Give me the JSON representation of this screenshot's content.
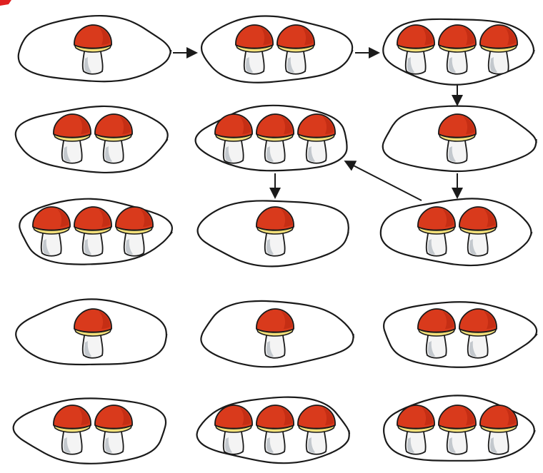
{
  "colors": {
    "cap": "#d93a1c",
    "cap_shade": "#b8260f",
    "gills": "#f3e07a",
    "stem": "#f4f4f4",
    "stem_shade": "#9aa4ad",
    "outline": "#1a1a1a",
    "background": "#ffffff",
    "corner_mark": "#e02020"
  },
  "icon": "mushroom-icon",
  "grid": {
    "rows": 5,
    "columns": 3,
    "cells": [
      {
        "row": 1,
        "col": 1,
        "mushrooms": 1
      },
      {
        "row": 1,
        "col": 2,
        "mushrooms": 2
      },
      {
        "row": 1,
        "col": 3,
        "mushrooms": 3
      },
      {
        "row": 2,
        "col": 1,
        "mushrooms": 2
      },
      {
        "row": 2,
        "col": 2,
        "mushrooms": 3
      },
      {
        "row": 2,
        "col": 3,
        "mushrooms": 1
      },
      {
        "row": 3,
        "col": 1,
        "mushrooms": 3
      },
      {
        "row": 3,
        "col": 2,
        "mushrooms": 1
      },
      {
        "row": 3,
        "col": 3,
        "mushrooms": 2
      },
      {
        "row": 4,
        "col": 1,
        "mushrooms": 1
      },
      {
        "row": 4,
        "col": 2,
        "mushrooms": 1
      },
      {
        "row": 4,
        "col": 3,
        "mushrooms": 2
      },
      {
        "row": 5,
        "col": 1,
        "mushrooms": 2
      },
      {
        "row": 5,
        "col": 2,
        "mushrooms": 3
      },
      {
        "row": 5,
        "col": 3,
        "mushrooms": 3
      }
    ]
  },
  "arrows": [
    {
      "from": [
        1,
        1
      ],
      "to": [
        1,
        2
      ]
    },
    {
      "from": [
        1,
        2
      ],
      "to": [
        1,
        3
      ]
    },
    {
      "from": [
        1,
        3
      ],
      "to": [
        2,
        3
      ]
    },
    {
      "from": [
        2,
        3
      ],
      "to": [
        3,
        3
      ]
    },
    {
      "from": [
        3,
        3
      ],
      "to": [
        2,
        2
      ]
    },
    {
      "from": [
        2,
        2
      ],
      "to": [
        3,
        2
      ]
    }
  ]
}
